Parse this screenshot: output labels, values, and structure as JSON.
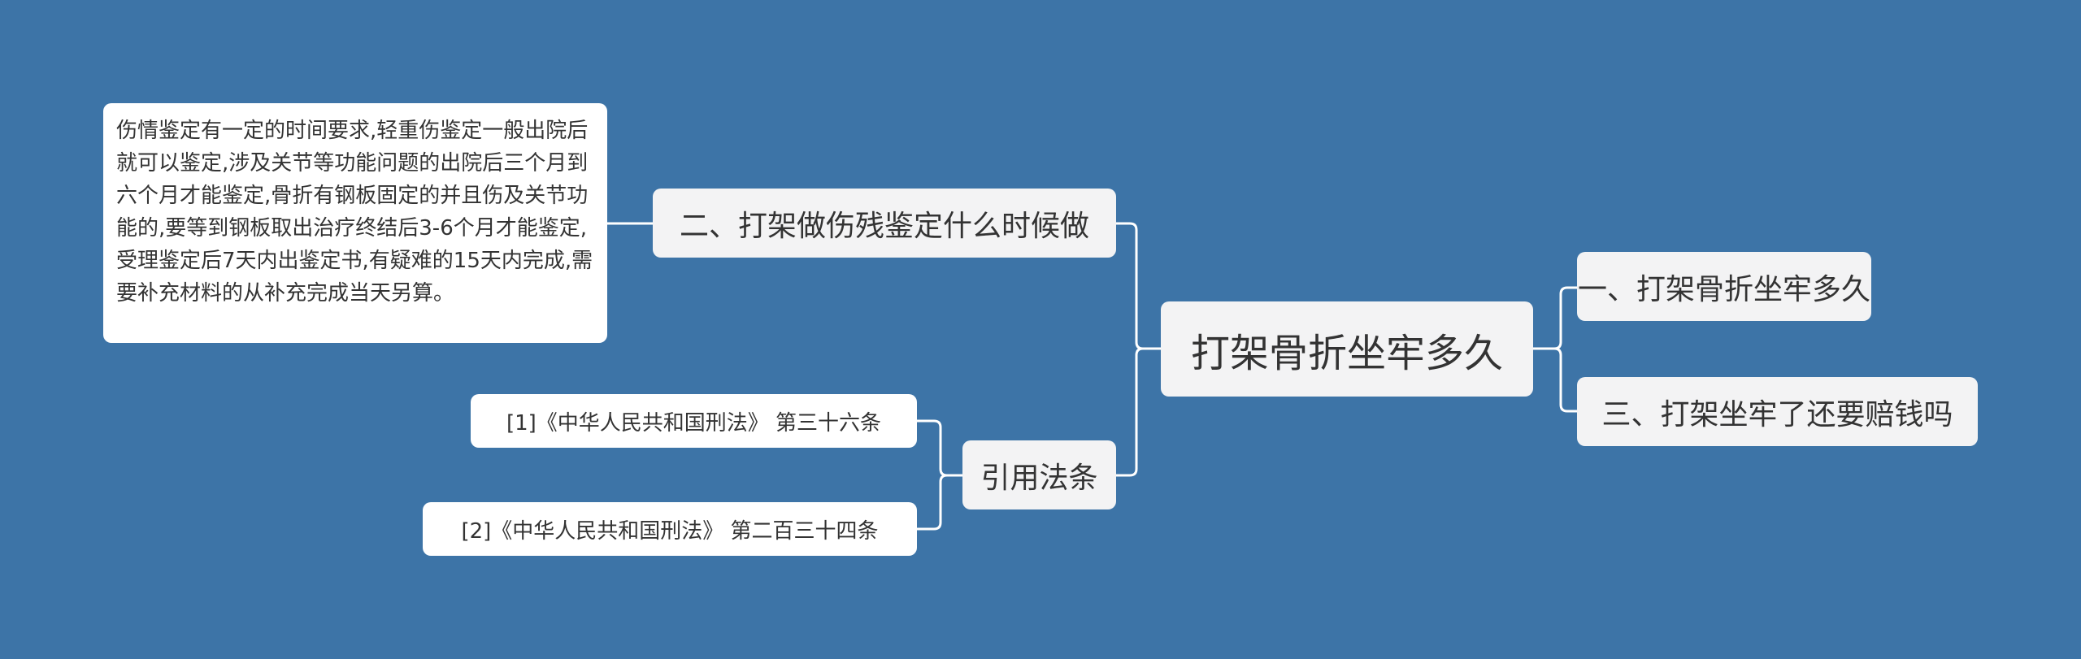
{
  "root": {
    "label": "打架骨折坐牢多久"
  },
  "right_branches": [
    {
      "label": "一、打架骨折坐牢多久"
    },
    {
      "label": "三、打架坐牢了还要赔钱吗"
    }
  ],
  "left_branches": [
    {
      "label": "二、打架做伤残鉴定什么时候做",
      "note": "伤情鉴定有一定的时间要求,轻重伤鉴定一般出院后就可以鉴定,涉及关节等功能问题的出院后三个月到六个月才能鉴定,骨折有钢板固定的并且伤及关节功能的,要等到钢板取出治疗终结后3-6个月才能鉴定,受理鉴定后7天内出鉴定书,有疑难的15天内完成,需要补充材料的从补充完成当天另算。"
    },
    {
      "label": "引用法条",
      "children": [
        {
          "label": "[1]《中华人民共和国刑法》 第三十六条"
        },
        {
          "label": "[2]《中华人民共和国刑法》 第二百三十四条"
        }
      ]
    }
  ],
  "colors": {
    "background": "#3d74a7",
    "node_fill": "#f3f3f4",
    "leaf_fill": "#ffffff",
    "connector": "#ffffff",
    "text": "#333333"
  }
}
